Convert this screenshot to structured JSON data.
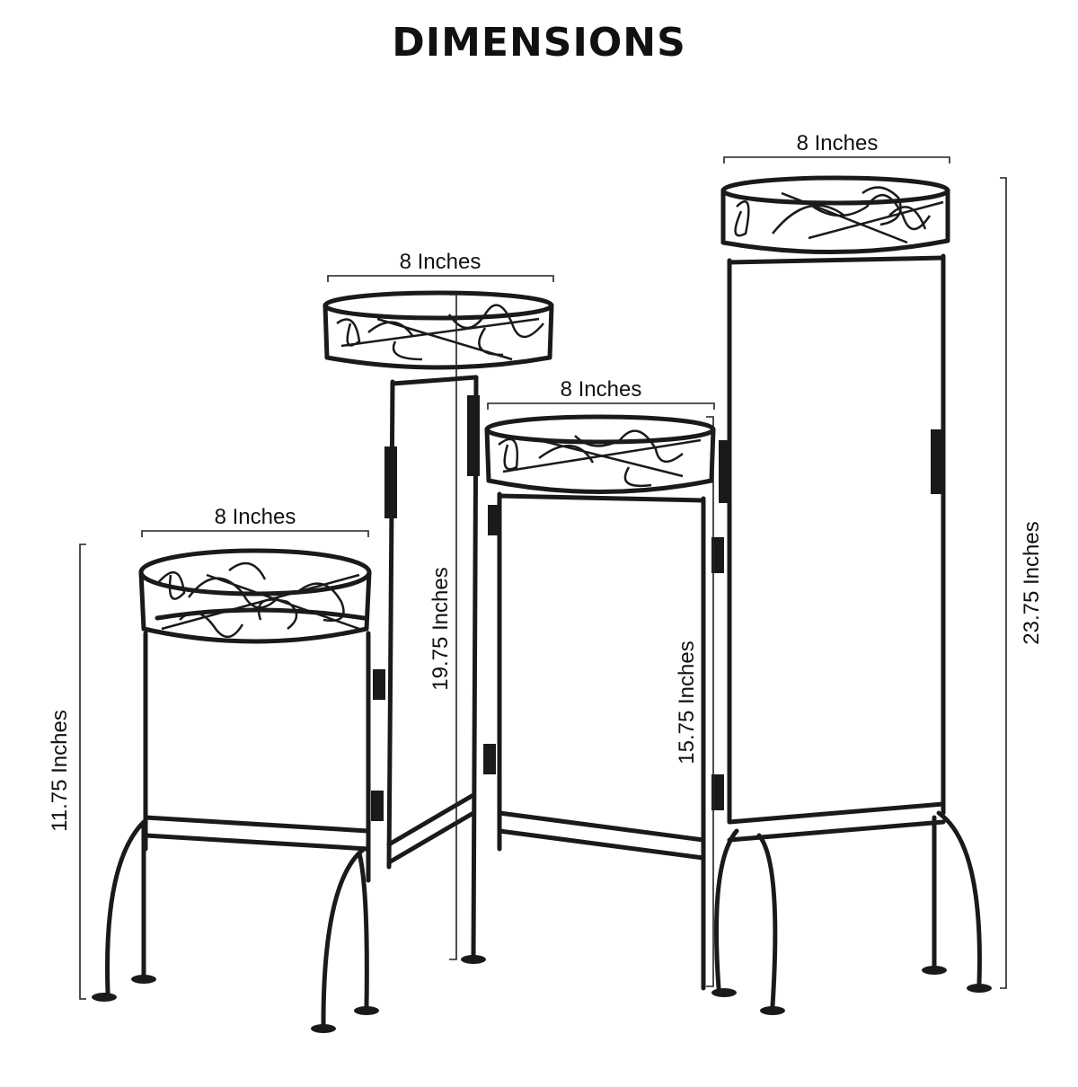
{
  "title": "DIMENSIONS",
  "dimensions": {
    "width_tier1": "8 Inches",
    "width_tier2": "8 Inches",
    "width_tier3": "8 Inches",
    "width_tier4": "8 Inches",
    "height_tier1": "11.75  Inches",
    "height_tier2": "19.75  Inches",
    "height_tier3": "15.75  Inches",
    "height_tier4": "23.75  Inches"
  }
}
